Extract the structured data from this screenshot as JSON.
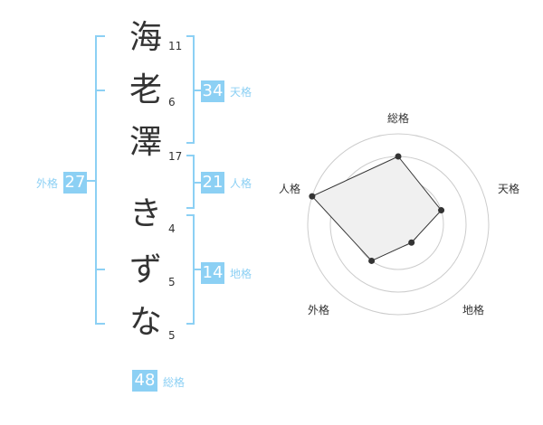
{
  "name": {
    "chars": [
      "海",
      "老",
      "澤",
      "き",
      "ず",
      "な"
    ],
    "strokes": [
      "11",
      "6",
      "17",
      "4",
      "5",
      "5"
    ]
  },
  "fortunes": {
    "tenkaku": {
      "value": "34",
      "label": "天格"
    },
    "jinkaku": {
      "value": "21",
      "label": "人格"
    },
    "chikaku": {
      "value": "14",
      "label": "地格"
    },
    "gaikaku": {
      "value": "27",
      "label": "外格"
    },
    "soukaku": {
      "value": "48",
      "label": "総格"
    }
  },
  "radar": {
    "axes": [
      "総格",
      "天格",
      "地格",
      "外格",
      "人格"
    ],
    "rings": 4,
    "values": [
      0.75,
      0.5,
      0.25,
      0.5,
      1.0
    ]
  },
  "colors": {
    "accent": "#8cd0f4",
    "text": "#333333",
    "grid": "#cccccc",
    "polygon_fill": "#f0f0f0"
  }
}
